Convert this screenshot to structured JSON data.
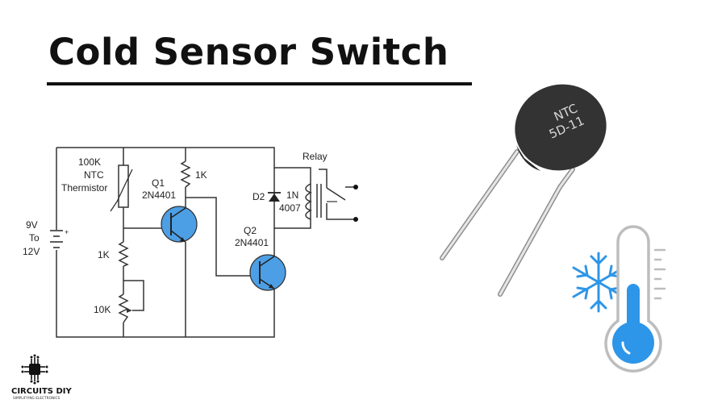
{
  "title": "Cold Sensor Switch",
  "schematic": {
    "supply": [
      "9V",
      "To",
      "12V"
    ],
    "thermistor": [
      "100K",
      "NTC",
      "Thermistor"
    ],
    "q1": [
      "Q1",
      "2N4401"
    ],
    "q2": [
      "Q2",
      "2N4401"
    ],
    "r_collector": "1K",
    "r_bias": "1K",
    "pot": "10K",
    "diode_ref": "D2",
    "diode_part": [
      "1N",
      "4007"
    ],
    "relay": "Relay"
  },
  "ntc_component": {
    "line1": "NTC",
    "line2": "5D-11"
  },
  "logo": {
    "name": "CIRCUITS DIY",
    "tagline": "SIMPLIFYING ELECTRONICS"
  },
  "colors": {
    "transistor_fill": "#4c9fe5",
    "thermometer_fill": "#2e96e8",
    "snowflake": "#2e96e8",
    "ntc_body": "#333333"
  }
}
